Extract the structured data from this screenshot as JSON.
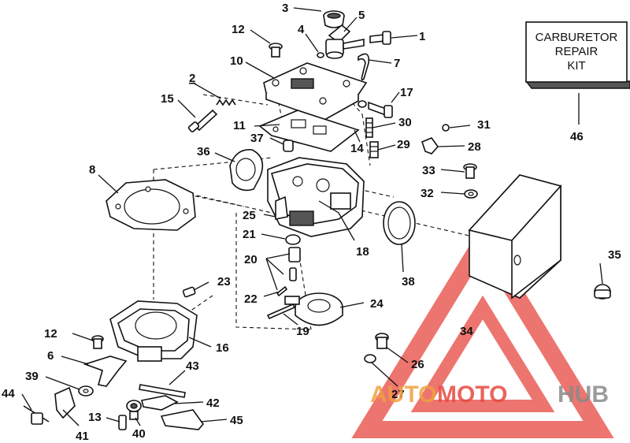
{
  "callouts": {
    "c1": "1",
    "c2": "2",
    "c3": "3",
    "c4": "4",
    "c5": "5",
    "c6": "6",
    "c7": "7",
    "c8": "8",
    "c10": "10",
    "c11": "11",
    "c12a": "12",
    "c12b": "12",
    "c13": "13",
    "c14": "14",
    "c15": "15",
    "c16": "16",
    "c17": "17",
    "c18": "18",
    "c19": "19",
    "c20": "20",
    "c21": "21",
    "c22": "22",
    "c23": "23",
    "c24": "24",
    "c25": "25",
    "c26": "26",
    "c27": "27",
    "c28": "28",
    "c29": "29",
    "c30": "30",
    "c31": "31",
    "c32": "32",
    "c33": "33",
    "c34": "34",
    "c35": "35",
    "c36": "36",
    "c37": "37",
    "c38": "38",
    "c39": "39",
    "c40": "40",
    "c41": "41",
    "c42": "42",
    "c43": "43",
    "c44": "44",
    "c45": "45",
    "c46": "46"
  },
  "kit_box": {
    "line1": "CARBURETOR",
    "line2": "REPAIR",
    "line3": "KIT"
  },
  "watermark": {
    "part1": "AUTO",
    "part2": "MOTO",
    "part3": "HUB",
    "color_red": "#e8483f",
    "color_orange": "#f0a040",
    "color_gray": "#8a8a8a"
  }
}
